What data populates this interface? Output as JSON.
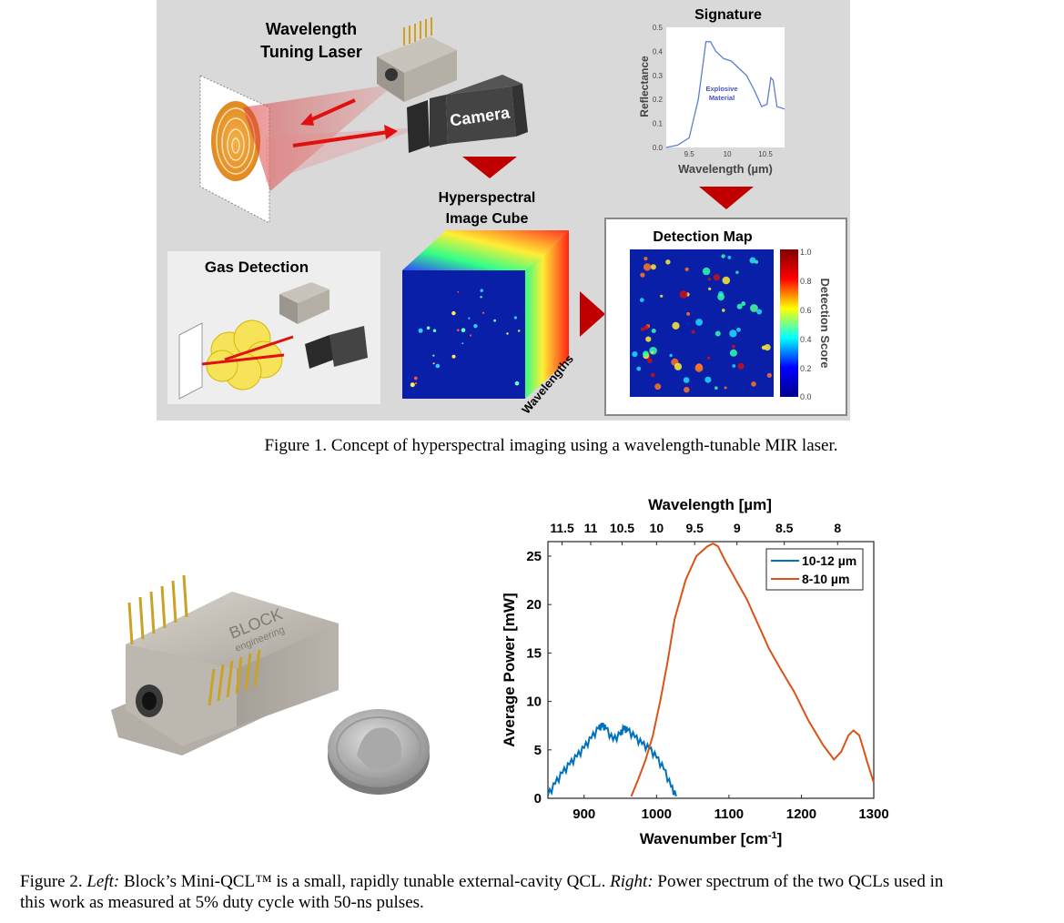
{
  "figure1": {
    "labels": {
      "wavelength_tuning_laser": [
        "Wavelength",
        "Tuning Laser"
      ],
      "camera": "Camera",
      "signature": "Signature",
      "explosive_material": [
        "Explosive",
        "Material"
      ],
      "hyperspectral_cube": [
        "Hyperspectral",
        "Image Cube"
      ],
      "gas_detection": "Gas Detection",
      "detection_map": "Detection Map",
      "wavelengths": "Wavelengths",
      "detection_score": "Detection Score",
      "colorbar_ticks": [
        "1.0",
        "0.8",
        "0.6",
        "0.4",
        "0.2",
        "0.0"
      ]
    },
    "signature_chart": {
      "type": "line",
      "xlabel": "Wavelength (µm)",
      "ylabel": "Reflectance",
      "xlim": [
        9.2,
        10.75
      ],
      "ylim": [
        0,
        0.5
      ],
      "x_ticks": [
        "9.5",
        "10",
        "10.5"
      ],
      "y_ticks": [
        "0.0",
        "0.1",
        "0.2",
        "0.3",
        "0.4",
        "0.5"
      ],
      "points": [
        [
          9.2,
          0.0
        ],
        [
          9.35,
          0.01
        ],
        [
          9.5,
          0.04
        ],
        [
          9.62,
          0.2
        ],
        [
          9.72,
          0.44
        ],
        [
          9.78,
          0.44
        ],
        [
          9.85,
          0.4
        ],
        [
          9.95,
          0.37
        ],
        [
          10.05,
          0.36
        ],
        [
          10.15,
          0.33
        ],
        [
          10.25,
          0.3
        ],
        [
          10.35,
          0.24
        ],
        [
          10.45,
          0.17
        ],
        [
          10.52,
          0.18
        ],
        [
          10.57,
          0.29
        ],
        [
          10.6,
          0.28
        ],
        [
          10.65,
          0.17
        ],
        [
          10.75,
          0.16
        ]
      ],
      "color": "#5b7fd1"
    },
    "caption": "Figure 1. Concept of hyperspectral imaging using a wavelength-tunable MIR laser."
  },
  "product_photo": {
    "brand_line1": "BLOCK",
    "brand_line2": "engineering"
  },
  "chart_data": {
    "type": "line",
    "xlabel": "Wavenumber [cm-1]",
    "ylabel": "Average Power [mW]",
    "top_axis_label": "Wavelength [µm]",
    "xlim": [
      850,
      1300
    ],
    "ylim": [
      0,
      26.5
    ],
    "x_ticks": [
      900,
      1000,
      1100,
      1200,
      1300
    ],
    "y_ticks": [
      0,
      5,
      10,
      15,
      20,
      25
    ],
    "top_ticks": [
      "11.5",
      "11",
      "10.5",
      "10",
      "9.5",
      "9",
      "8.5",
      "8"
    ],
    "legend_position": "top-right",
    "series": [
      {
        "name": "10-12 µm",
        "color": "#0072bd",
        "x": [
          850,
          860,
          870,
          880,
          890,
          900,
          910,
          920,
          925,
          930,
          940,
          950,
          955,
          960,
          970,
          980,
          990,
          1000,
          1010,
          1020,
          1027
        ],
        "y": [
          0.3,
          1.5,
          2.6,
          3.5,
          4.3,
          5.2,
          6.2,
          7.2,
          7.5,
          7.2,
          6.0,
          6.6,
          7.2,
          7.0,
          6.3,
          5.6,
          5.1,
          4.2,
          3.0,
          1.2,
          0.2
        ]
      },
      {
        "name": "8-10 µm",
        "color": "#d95319",
        "x": [
          965,
          975,
          985,
          995,
          1005,
          1015,
          1025,
          1040,
          1055,
          1070,
          1078,
          1085,
          1095,
          1110,
          1125,
          1140,
          1155,
          1170,
          1190,
          1210,
          1230,
          1245,
          1255,
          1265,
          1272,
          1280,
          1290,
          1300
        ],
        "y": [
          0.2,
          2.0,
          4.0,
          6.5,
          10.0,
          14.0,
          18.5,
          22.5,
          25.0,
          26.0,
          26.3,
          26.0,
          24.5,
          22.5,
          20.5,
          18.0,
          15.5,
          13.5,
          11.0,
          8.0,
          5.5,
          4.0,
          4.8,
          6.5,
          7.0,
          6.5,
          4.0,
          1.6
        ]
      }
    ]
  },
  "figure2_caption": {
    "prefix": "Figure 2. ",
    "left_label": "Left:",
    "left_text": " Block’s Mini-QCL™ is a small, rapidly tunable external-cavity QCL. ",
    "right_label": "Right:",
    "right_text": " Power spectrum of the two QCLs used in",
    "line2": "this work as measured at 5% duty cycle with 50-ns pulses."
  }
}
